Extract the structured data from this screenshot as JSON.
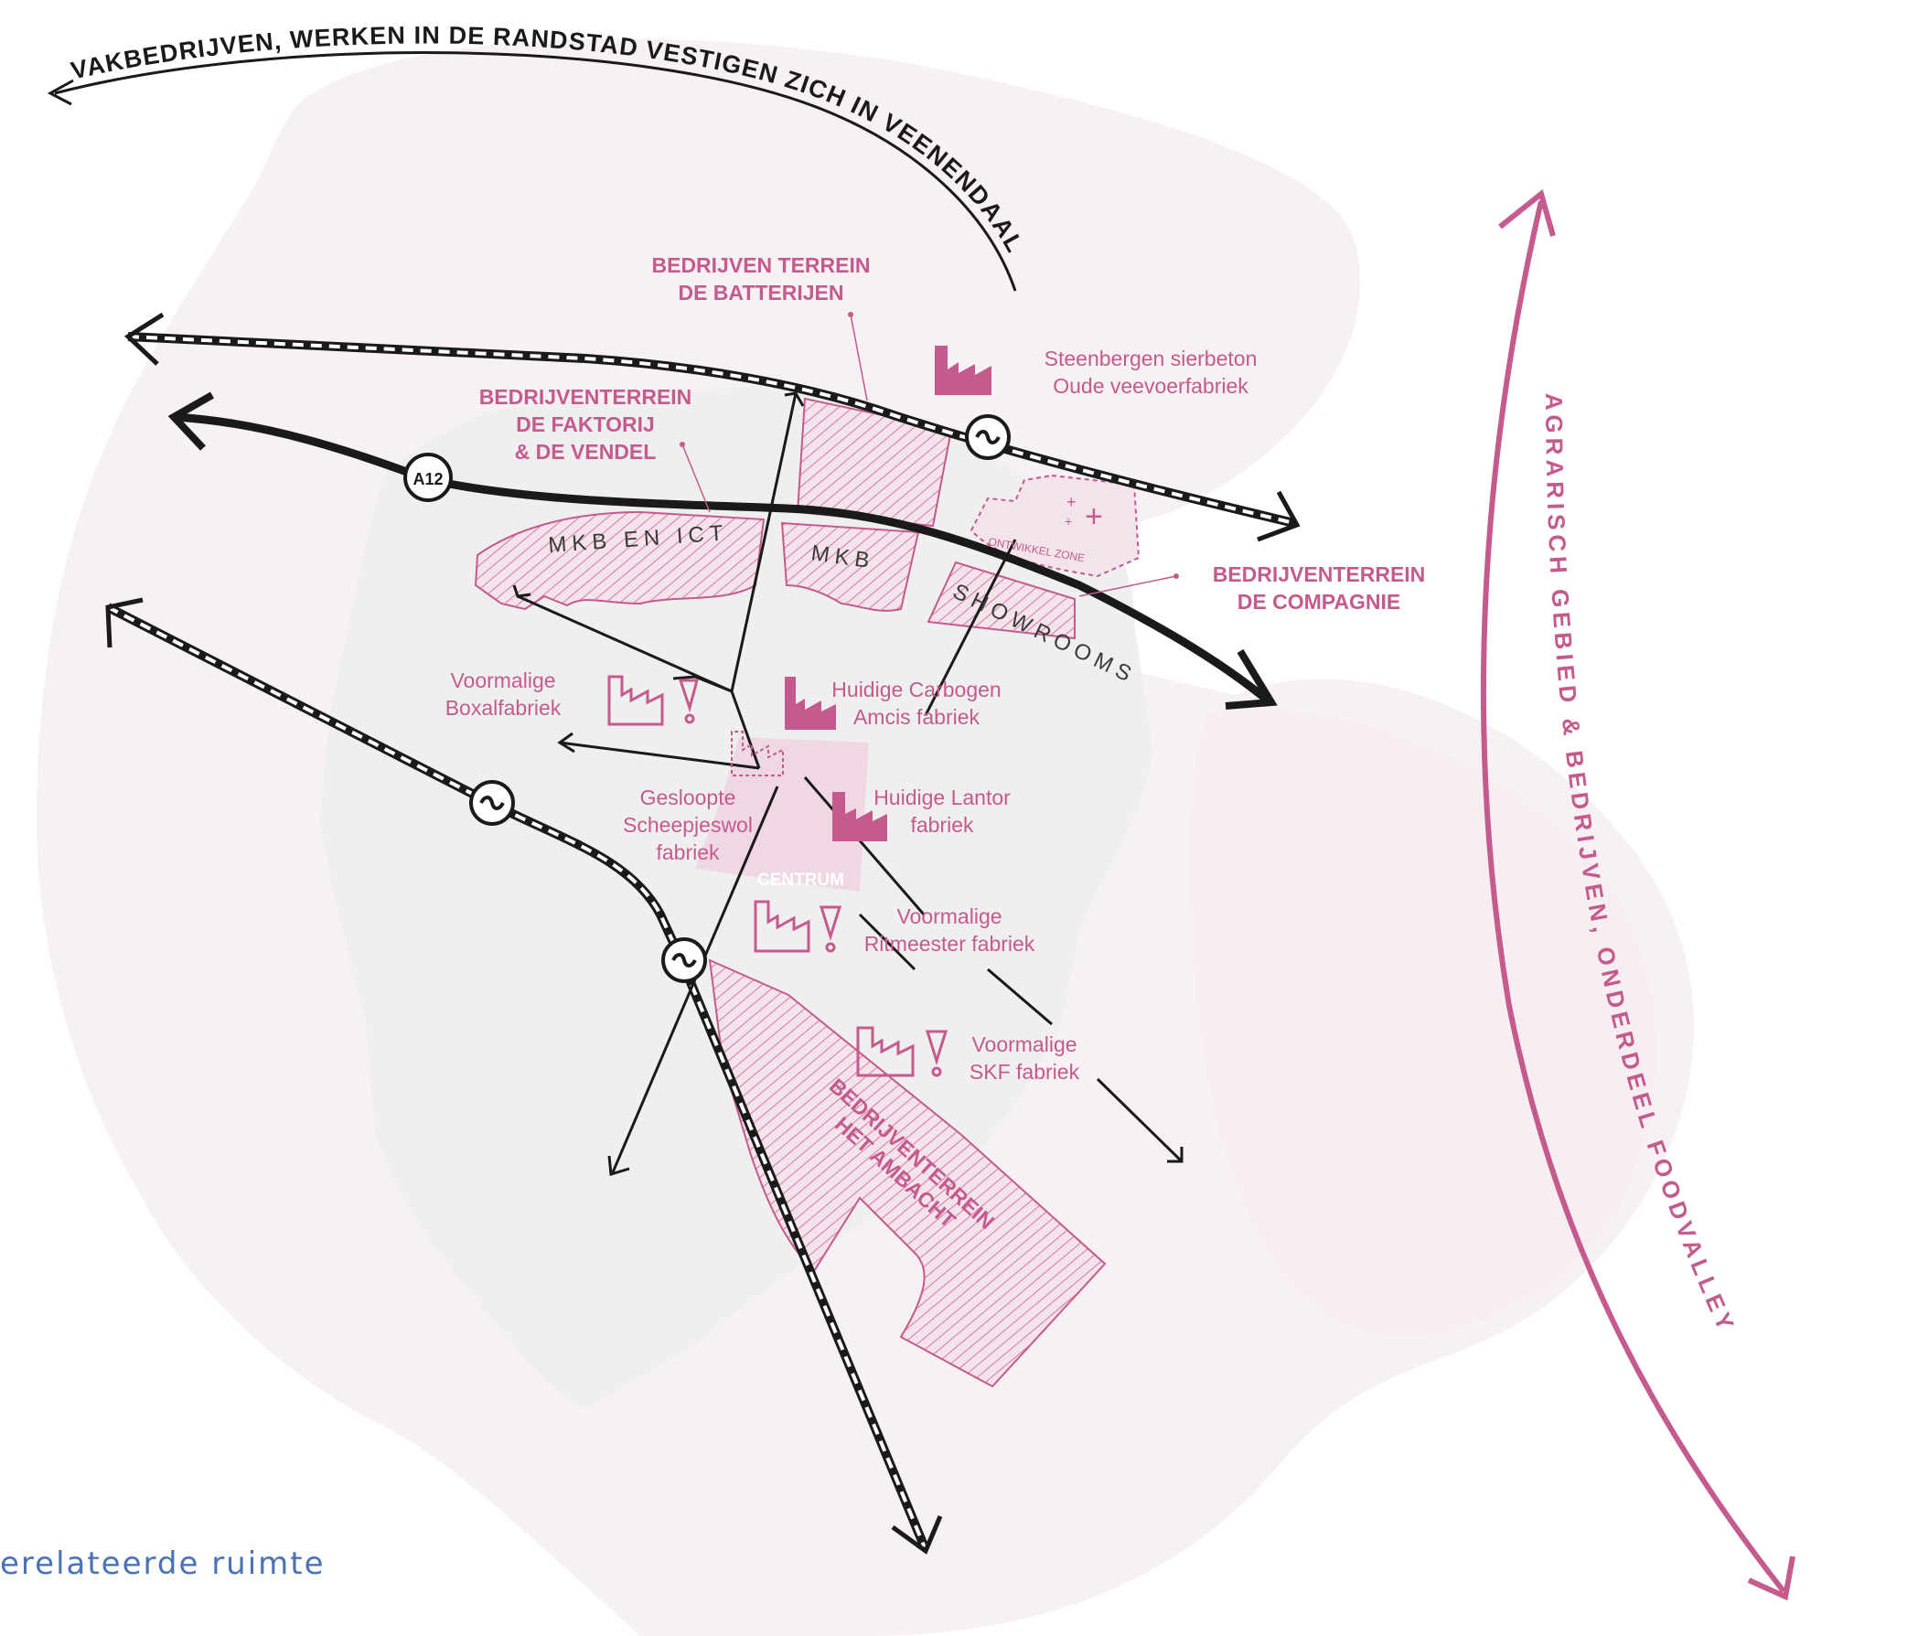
{
  "colors": {
    "accent": "#c45a8e",
    "fill_light": "#efd8e4",
    "background_blob": "#f8f1f3",
    "urban_area": "#efefef",
    "line": "#1a1a1a",
    "footer": "#4a72b6"
  },
  "top_arrow_label": "VAKBEDRIJVEN, WERKEN IN DE RANDSTAD VESTIGEN ZICH IN VEENENDAAL",
  "right_arrow_label": "AGRARISCH GEBIED & BEDRIJVEN, ONDERDEEL FOODVALLEY",
  "highway_label": "A12",
  "zones": {
    "mkb_ict": "MKB EN ICT",
    "mkb": "MKB",
    "showrooms": "SHOWROOMS",
    "ontwikkel_zone": "ONTWIKKEL ZONE",
    "centrum": "CENTRUM",
    "het_ambacht_line1": "BEDRIJVENTERREIN",
    "het_ambacht_line2": "HET AMBACHT"
  },
  "terrains": {
    "batterijen_line1": "BEDRIJVEN TERREIN",
    "batterijen_line2": "DE BATTERIJEN",
    "faktorij_line1": "BEDRIJVENTERREIN",
    "faktorij_line2": "DE FAKTORIJ",
    "faktorij_line3": "& DE VENDEL",
    "compagnie_line1": "BEDRIJVENTERREIN",
    "compagnie_line2": "DE COMPAGNIE"
  },
  "factories": {
    "steenbergen_line1": "Steenbergen sierbeton",
    "steenbergen_line2": "Oude veevoerfabriek",
    "boxal_line1": "Voormalige",
    "boxal_line2": "Boxalfabriek",
    "carbogen_line1": "Huidige Carbogen",
    "carbogen_line2": "Amcis fabriek",
    "scheepjeswol_line1": "Gesloopte",
    "scheepjeswol_line2": "Scheepjeswol",
    "scheepjeswol_line3": "fabriek",
    "lantor_line1": "Huidige Lantor",
    "lantor_line2": "fabriek",
    "ritmeester_line1": "Voormalige",
    "ritmeester_line2": "Ritmeester fabriek",
    "skf_line1": "Voormalige",
    "skf_line2": "SKF fabriek"
  },
  "footer_text": "erelateerde ruimte"
}
